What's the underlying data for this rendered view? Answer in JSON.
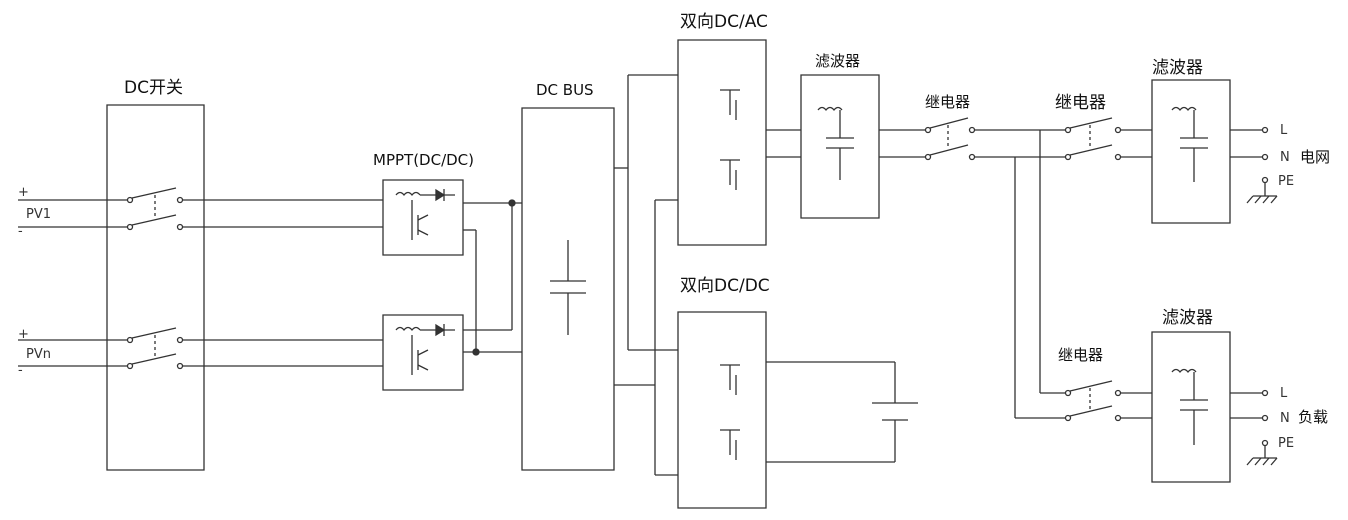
{
  "labels": {
    "dc_switch": "DC开关",
    "mppt": "MPPT(DC/DC)",
    "dc_bus": "DC BUS",
    "bidir_dcac": "双向DC/AC",
    "bidir_dcdc": "双向DC/DC",
    "filter_1": "滤波器",
    "relay_1": "继电器",
    "relay_2": "继电器",
    "filter_2": "滤波器",
    "relay_3": "继电器",
    "filter_3": "滤波器",
    "pv1": "PV1",
    "pvn": "PVn",
    "grid": "电网",
    "load": "负载",
    "l_grid": "L",
    "n_grid": "N",
    "pe_grid": "PE",
    "l_load": "L",
    "n_load": "N",
    "pe_load": "PE",
    "plus": "+",
    "minus": "-"
  }
}
